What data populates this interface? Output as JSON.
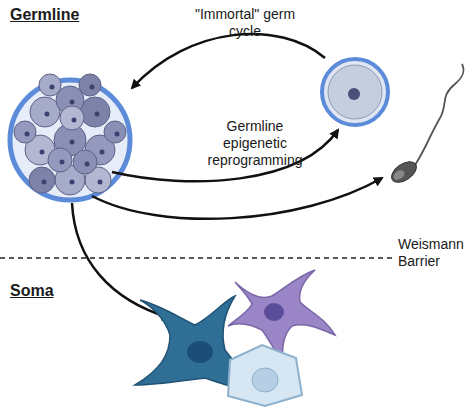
{
  "diagram": {
    "labels": [
      "Germline",
      "\"Immortal\" germ cycle",
      "Germline epigenetic reprogramming",
      "Weismann Barrier",
      "Soma"
    ]
  }
}
